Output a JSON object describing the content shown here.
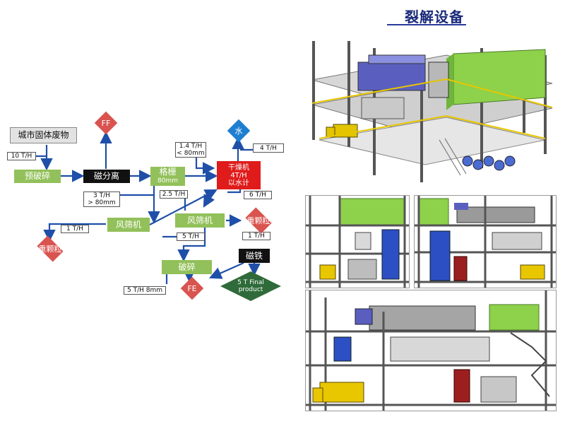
{
  "title": "裂解设备",
  "nodes": {
    "waste": "城市固体废物",
    "precrush": "预破碎",
    "magsep": "磁分离",
    "grid": "格栅",
    "grid_sub": "80mm",
    "dryer_l1": "干燥机",
    "dryer_l2": "4T/H",
    "dryer_l3": "以水计",
    "wind1": "风筛机",
    "wind2": "风筛机",
    "crush": "破碎",
    "iron": "磁铁"
  },
  "diamonds": {
    "ff": "FF",
    "water": "水",
    "heavy1": "重颗粒",
    "heavy2": "重颗粒",
    "fe": "FE",
    "final_l1": "5 T Final",
    "final_l2": "product"
  },
  "rates": {
    "r10": "10 T/H",
    "r14_l1": "1.4 T/H",
    "r14_l2": "< 80mm",
    "r4": "4 T/H",
    "r3_l1": "3 T/H",
    "r3_l2": "> 80mm",
    "r25": "2.5 T/H",
    "r6": "6 T/H",
    "r1a": "1 T/H",
    "r5": "5 T/H",
    "r1b": "1 T/H",
    "r58": "5 T/H 8mm"
  },
  "colors": {
    "green": "#92c05a",
    "red": "#e01b1b",
    "black": "#111111",
    "arrow": "#1f4fa8",
    "diamond_red": "#d9534f",
    "diamond_blue": "#1e7fd0",
    "diamond_green": "#2f6b3a",
    "equipment_green": "#8ed14a"
  }
}
